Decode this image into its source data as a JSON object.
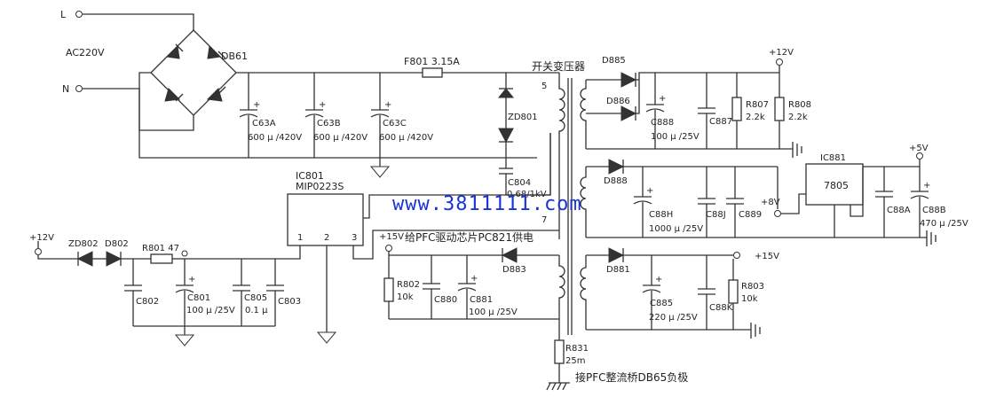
{
  "labels": {
    "input_l": "L",
    "input_n": "N",
    "ac_input": "AC220V",
    "bridge": "DB61",
    "fuse": "F801 3.15A",
    "transformer": "开关变压器",
    "c63a": "C63A",
    "c63a_val": "600 μ /420V",
    "c63b": "C63B",
    "c63b_val": "600 μ /420V",
    "c63c": "C63C",
    "c63c_val": "600 μ /420V",
    "ic801": "IC801",
    "ic801_part": "MIP0223S",
    "pin1": "1",
    "pin2": "2",
    "pin3": "3",
    "v12_in": "+12V",
    "zd802": "ZD802",
    "d802": "D802",
    "r801": "R801 47",
    "c802": "C802",
    "c801": "C801",
    "c801_val": "100 μ /25V",
    "c805": "C805",
    "c805_val": "0.1 μ",
    "c803": "C803",
    "zd801": "ZD801",
    "c804": "C804",
    "c804_val": "0.68/1kV",
    "wm": "www.3811111.com",
    "pin5": "5",
    "pin7": "7",
    "v15_pfc": "+15V",
    "pfc_note": "给PFC驱动芯片PC821供电",
    "r802": "R802",
    "r802_val": "10k",
    "c880": "C880",
    "c881": "C881",
    "c881_val": "100 μ /25V",
    "d883": "D883",
    "r831": "R831",
    "r831_val": "25m",
    "ground_note": "接PFC整流桥DB65负极",
    "d885": "D885",
    "d886": "D886",
    "c888": "C888",
    "c888_val": "100 μ /25V",
    "c887": "C887",
    "r807": "R807",
    "r807_val": "2.2k",
    "r808": "R808",
    "r808_val": "2.2k",
    "v12_out": "+12V",
    "d888": "D888",
    "c88h": "C88H",
    "c88h_val": "1000 μ /25V",
    "c88j": "C88J",
    "c889": "C889",
    "v8": "+8V",
    "ic881": "IC881",
    "reg7805": "7805",
    "v5": "+5V",
    "c88a": "C88A",
    "c88b": "C88B",
    "c88b_val": "470 μ /25V",
    "d881": "D881",
    "v15_out": "+15V",
    "c885": "C885",
    "c885_val": "220 μ /25V",
    "c88k": "C88K",
    "r803": "R803",
    "r803_val": "10k",
    "plus": "+"
  },
  "colors": {
    "line": "#333333",
    "watermark": "#1a33d6",
    "background": "#ffffff"
  }
}
